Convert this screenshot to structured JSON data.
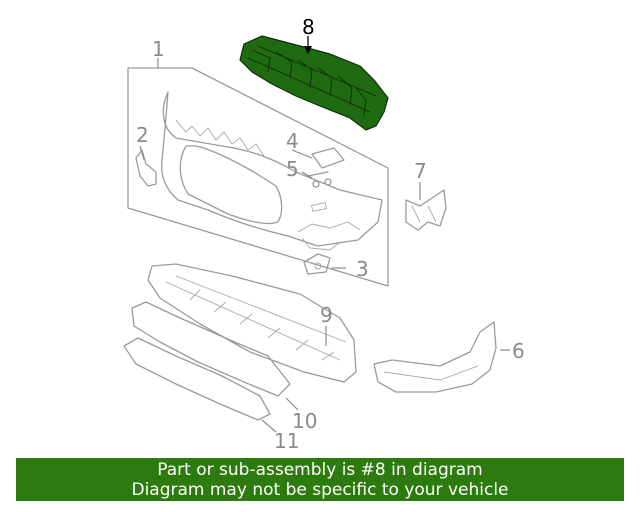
{
  "diagram": {
    "callouts": [
      {
        "num": "1"
      },
      {
        "num": "2"
      },
      {
        "num": "3"
      },
      {
        "num": "4"
      },
      {
        "num": "5"
      },
      {
        "num": "6"
      },
      {
        "num": "7"
      },
      {
        "num": "8"
      },
      {
        "num": "9"
      },
      {
        "num": "10"
      },
      {
        "num": "11"
      }
    ],
    "highlighted_part": "8",
    "highlight_color": "#1f6b12",
    "line_color": "#9a9a9a"
  },
  "banner": {
    "line1": "Part or sub-assembly is #8 in diagram",
    "line2": "Diagram may not be specific to your vehicle",
    "background": "#2d7a0e"
  }
}
